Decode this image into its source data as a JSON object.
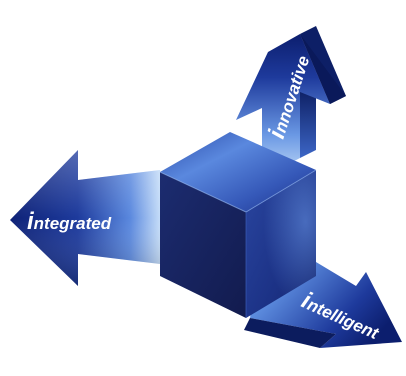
{
  "diagram": {
    "arrows": [
      {
        "id": "left",
        "initial": "i",
        "rest": "ntegrated"
      },
      {
        "id": "up",
        "initial": "i",
        "rest": "nnovative"
      },
      {
        "id": "down-right",
        "initial": "i",
        "rest": "ntelligent"
      }
    ],
    "colors": {
      "background": "#ffffff",
      "arrow_dark": "#0c1e6e",
      "arrow_mid": "#1e3a9c",
      "arrow_light": "#4a7ad8",
      "arrow_highlight": "#b6d2f6",
      "cube_top_light": "#4a7ad8",
      "cube_top_dark": "#1c3590",
      "cube_left": "#16235f",
      "cube_right": "#203a8c",
      "label": "#ffffff"
    }
  }
}
